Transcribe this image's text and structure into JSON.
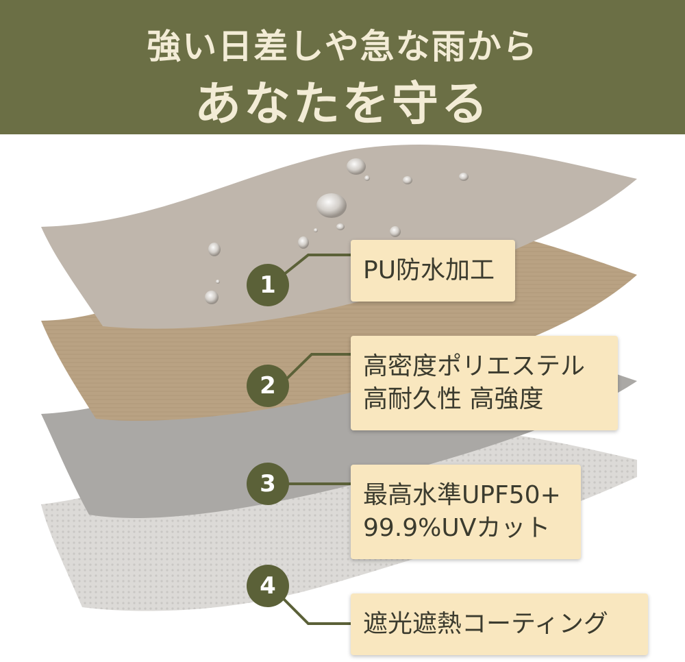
{
  "header": {
    "line1": "強い日差しや急な雨から",
    "line2": "あなたを守る"
  },
  "colors": {
    "header_bg": "#6b6f45",
    "header_text": "#f3ecd6",
    "badge": "#5b6138",
    "label_bg": "#f9e7bf",
    "layer1": "#bdb4aa",
    "layer2": "#b79f80",
    "layer3": "#a8a6a3",
    "layer4": "#d8d6d3"
  },
  "layers": [
    {
      "number": "1",
      "lines": [
        "PU防水加工"
      ]
    },
    {
      "number": "2",
      "lines": [
        "高密度ポリエステル",
        "高耐久性 高強度"
      ]
    },
    {
      "number": "3",
      "lines": [
        "最高水準UPF50+",
        "99.9%UVカット"
      ]
    },
    {
      "number": "4",
      "lines": [
        "遮光遮熱コーティング"
      ]
    }
  ]
}
